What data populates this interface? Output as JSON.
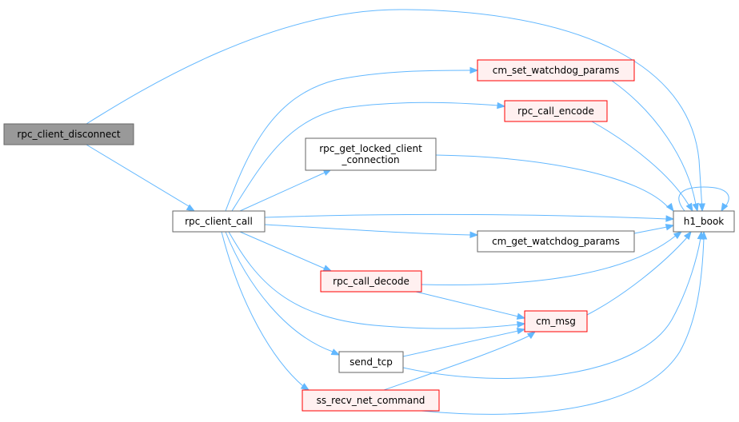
{
  "diagram": {
    "nodes": [
      {
        "id": "rpc_client_disconnect",
        "lines": [
          "rpc_client_disconnect"
        ],
        "style": "focus",
        "fill": "#999999",
        "stroke": "#666666"
      },
      {
        "id": "rpc_client_call",
        "lines": [
          "rpc_client_call"
        ],
        "style": "normal",
        "fill": "#ffffff",
        "stroke": "#666666"
      },
      {
        "id": "cm_set_watchdog_params",
        "lines": [
          "cm_set_watchdog_params"
        ],
        "style": "external",
        "fill": "#fff0f0",
        "stroke": "#ff0000"
      },
      {
        "id": "rpc_call_encode",
        "lines": [
          "rpc_call_encode"
        ],
        "style": "external",
        "fill": "#fff0f0",
        "stroke": "#ff0000"
      },
      {
        "id": "rpc_get_locked_client_connection",
        "lines": [
          "rpc_get_locked_client",
          "_connection"
        ],
        "style": "normal",
        "fill": "#ffffff",
        "stroke": "#666666"
      },
      {
        "id": "h1_book",
        "lines": [
          "h1_book"
        ],
        "style": "normal",
        "fill": "#ffffff",
        "stroke": "#666666"
      },
      {
        "id": "cm_get_watchdog_params",
        "lines": [
          "cm_get_watchdog_params"
        ],
        "style": "normal",
        "fill": "#ffffff",
        "stroke": "#666666"
      },
      {
        "id": "rpc_call_decode",
        "lines": [
          "rpc_call_decode"
        ],
        "style": "external",
        "fill": "#fff0f0",
        "stroke": "#ff0000"
      },
      {
        "id": "cm_msg",
        "lines": [
          "cm_msg"
        ],
        "style": "external",
        "fill": "#fff0f0",
        "stroke": "#ff0000"
      },
      {
        "id": "send_tcp",
        "lines": [
          "send_tcp"
        ],
        "style": "normal",
        "fill": "#ffffff",
        "stroke": "#666666"
      },
      {
        "id": "ss_recv_net_command",
        "lines": [
          "ss_recv_net_command"
        ],
        "style": "external",
        "fill": "#fff0f0",
        "stroke": "#ff0000"
      }
    ],
    "edges": [
      {
        "from": "rpc_client_disconnect",
        "to": "h1_book"
      },
      {
        "from": "rpc_client_disconnect",
        "to": "rpc_client_call"
      },
      {
        "from": "rpc_client_call",
        "to": "cm_set_watchdog_params"
      },
      {
        "from": "rpc_client_call",
        "to": "rpc_call_encode"
      },
      {
        "from": "rpc_client_call",
        "to": "rpc_get_locked_client_connection"
      },
      {
        "from": "rpc_client_call",
        "to": "h1_book"
      },
      {
        "from": "rpc_client_call",
        "to": "cm_get_watchdog_params"
      },
      {
        "from": "rpc_client_call",
        "to": "rpc_call_decode"
      },
      {
        "from": "rpc_client_call",
        "to": "cm_msg"
      },
      {
        "from": "rpc_client_call",
        "to": "send_tcp"
      },
      {
        "from": "rpc_client_call",
        "to": "ss_recv_net_command"
      },
      {
        "from": "cm_set_watchdog_params",
        "to": "h1_book"
      },
      {
        "from": "rpc_call_encode",
        "to": "h1_book"
      },
      {
        "from": "rpc_get_locked_client_connection",
        "to": "h1_book"
      },
      {
        "from": "h1_book",
        "to": "h1_book"
      },
      {
        "from": "cm_get_watchdog_params",
        "to": "h1_book"
      },
      {
        "from": "rpc_call_decode",
        "to": "h1_book"
      },
      {
        "from": "rpc_call_decode",
        "to": "cm_msg"
      },
      {
        "from": "cm_msg",
        "to": "h1_book"
      },
      {
        "from": "send_tcp",
        "to": "cm_msg"
      },
      {
        "from": "send_tcp",
        "to": "h1_book"
      },
      {
        "from": "ss_recv_net_command",
        "to": "cm_msg"
      },
      {
        "from": "ss_recv_net_command",
        "to": "h1_book"
      }
    ],
    "edge_color": "#63b8ff"
  }
}
